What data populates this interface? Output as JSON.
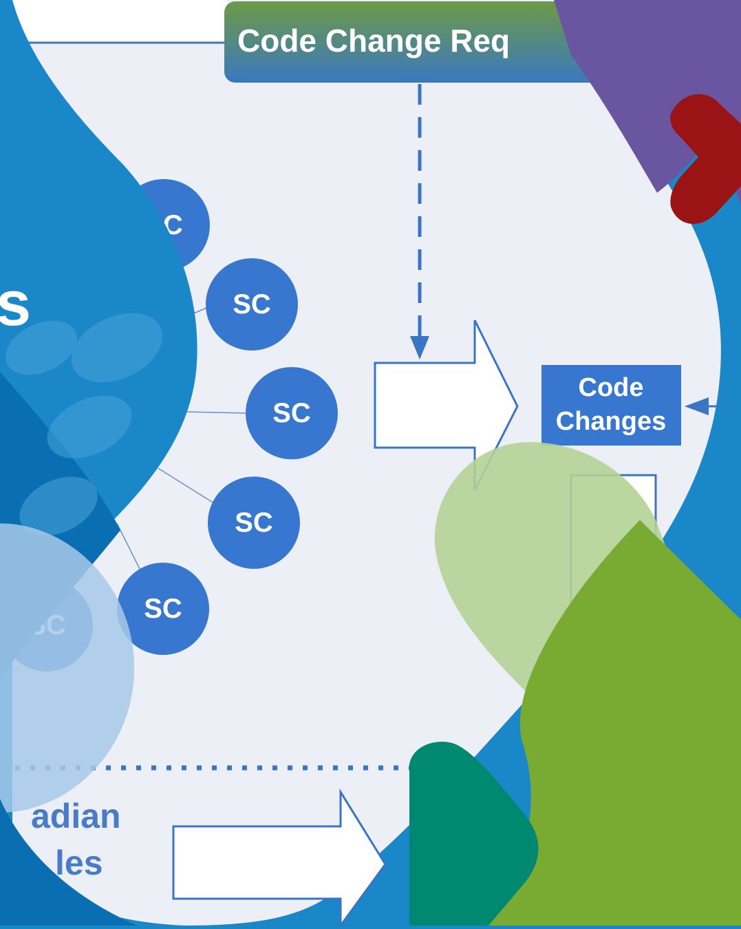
{
  "colors": {
    "background_blue": "#1a87c8",
    "panel": "#eceff5",
    "node_blue": "#3777cf",
    "line_blue": "#3a74c4",
    "purple": "#6a56a0",
    "dark_red": "#9a1416",
    "green": "#79ab33",
    "light_green": "#b5d196",
    "teal": "#008870",
    "header_top": "#6e9a46",
    "header_bottom": "#3a78c0"
  },
  "header": {
    "label": "Code Change Req"
  },
  "title_fragment": "s",
  "sc_nodes": [
    "SC",
    "SC",
    "SC",
    "SC",
    "SC",
    "SC"
  ],
  "code_changes": {
    "line1": "Code",
    "line2": "Changes"
  },
  "bottom_label": {
    "line1": "adian",
    "line2": "les"
  }
}
